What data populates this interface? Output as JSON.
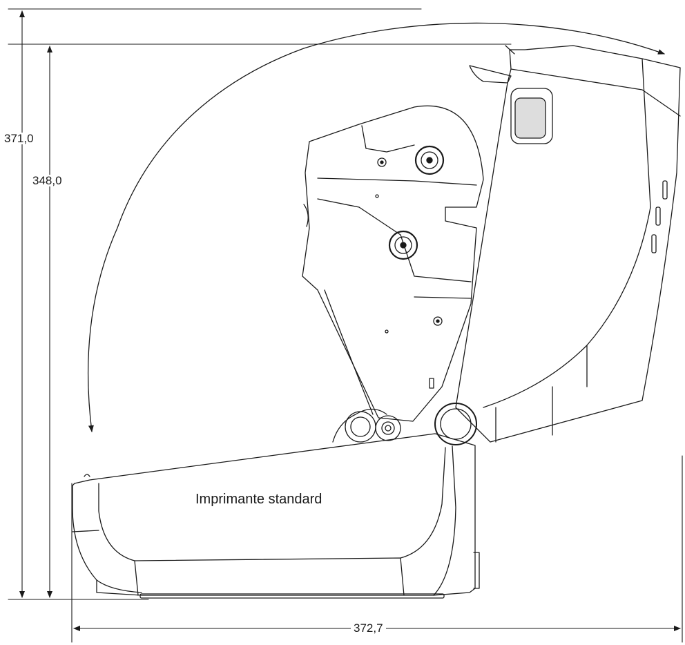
{
  "drawing": {
    "caption": "Imprimante standard",
    "dimensions": {
      "overall_height": "371,0",
      "open_height": "348,0",
      "depth": "372,7"
    },
    "colors": {
      "stroke": "#1a1a1a",
      "background": "#ffffff"
    }
  }
}
